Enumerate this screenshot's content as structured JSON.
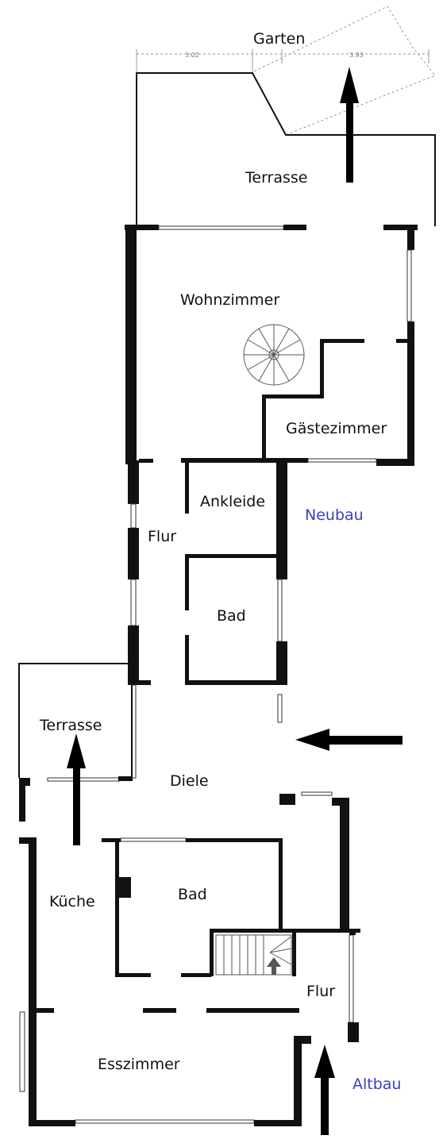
{
  "rooms": {
    "garten": "Garten",
    "terrasse_top": "Terrasse",
    "wohnzimmer": "Wohnzimmer",
    "gaestezimmer": "Gästezimmer",
    "ankleide": "Ankleide",
    "flur_top": "Flur",
    "bad_top": "Bad",
    "terrasse_left": "Terrasse",
    "diele": "Diele",
    "kueche": "Küche",
    "bad_bottom": "Bad",
    "flur_bottom": "Flur",
    "esszimmer": "Esszimmer"
  },
  "sections": {
    "neubau": "Neubau",
    "altbau": "Altbau"
  },
  "dimensions": {
    "left": "3.02",
    "right": "3.93"
  },
  "colors": {
    "wall": "#111111",
    "section_label": "#3a3fc8",
    "dimension": "#999999"
  }
}
